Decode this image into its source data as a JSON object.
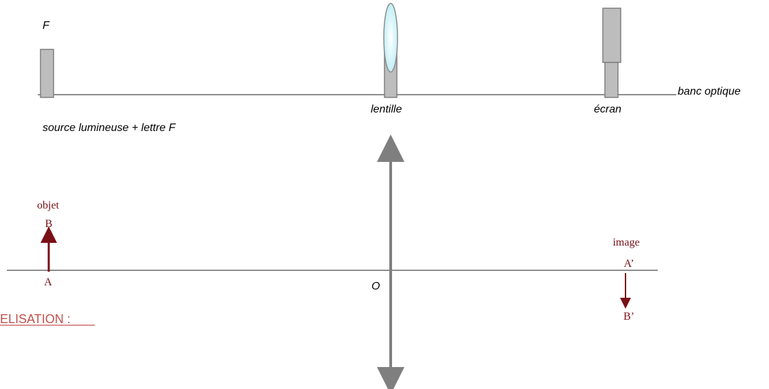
{
  "bench": {
    "letter_label": "F",
    "source_label": "source lumineuse + lettre F",
    "lens_label": "lentille",
    "screen_label": "écran",
    "bench_label": "banc optique"
  },
  "schema": {
    "object_label": "objet",
    "object_top": "B",
    "object_base": "A",
    "center_label": "O",
    "image_label": "image",
    "image_base": "A’",
    "image_tip": "B’",
    "section_label": "ELISATION :"
  },
  "colors": {
    "rail": "#8c8c8c",
    "support": "#bdbdbd",
    "maroon": "#7a0f16",
    "lens_glass": "#c8f0f7",
    "section_link": "#c0504d"
  },
  "icons": {
    "lens_axis_arrows": "double-arrow-icon"
  }
}
